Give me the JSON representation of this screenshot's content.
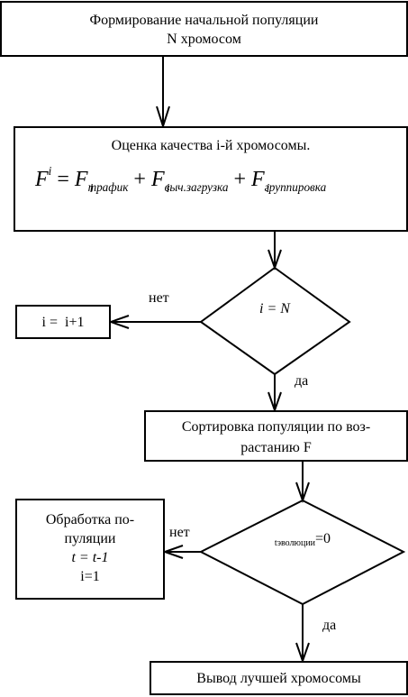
{
  "blocks": {
    "init_line1": "Формирование начальной популяции",
    "init_line2": "N хромосом",
    "eval_title": "Оценка качества i-й хромосомы.",
    "formula": {
      "F": "F",
      "sup_i": "i",
      "eq": " = ",
      "plus": " + ",
      "sub_traffic": "трафик",
      "sub_load": "выч.загрузка",
      "sub_group": "группировка"
    },
    "cond1": "i = N",
    "increment": "i =  i+1",
    "sort_line1": "Сортировка популяции по воз-",
    "sort_line2": "растанию F",
    "cond2_sub": "tэволюции",
    "cond2_eq": "=0",
    "proc_line1": "Обработка по-",
    "proc_line2": "пуляции",
    "proc_line3": "t = t-1",
    "proc_line4": "i=1",
    "output": "Вывод лучшей хромосомы"
  },
  "labels": {
    "no1": "нет",
    "yes1": "да",
    "no2": "нет",
    "yes2": "да"
  }
}
